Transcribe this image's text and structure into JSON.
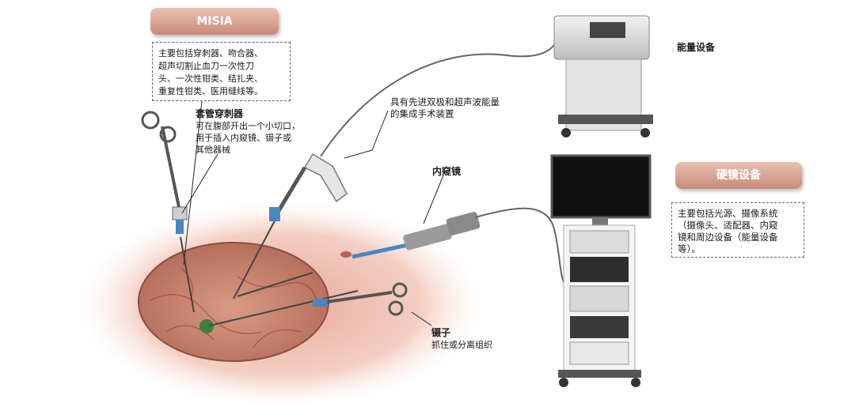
{
  "misia": {
    "title": "MISIA",
    "desc": "主要包括穿刺器、吻合器、\n超声切割止血刀一次性刀\n头、一次性钳类、结扎夹、\n重复性钳类、医用缝线等。"
  },
  "trocar": {
    "title": "套管穿刺器",
    "desc": "可在腹部开出一个小切口，\n用于插入内窥镜、镊子或\n其他器械"
  },
  "energy_handpiece": {
    "desc": "具有先进双极和超声波能量\n的集成手术装置"
  },
  "energy_device": {
    "label": "能量设备"
  },
  "endoscope": {
    "label": "内窥镜"
  },
  "forceps": {
    "title": "镊子",
    "desc": "抓住或分离组织"
  },
  "rigid_scope": {
    "title": "硬镜设备",
    "desc": "主要包括光源、摄像系统\n（摄像头、适配器、内窥\n镜和周边设备（能量设备\n等）。"
  }
}
